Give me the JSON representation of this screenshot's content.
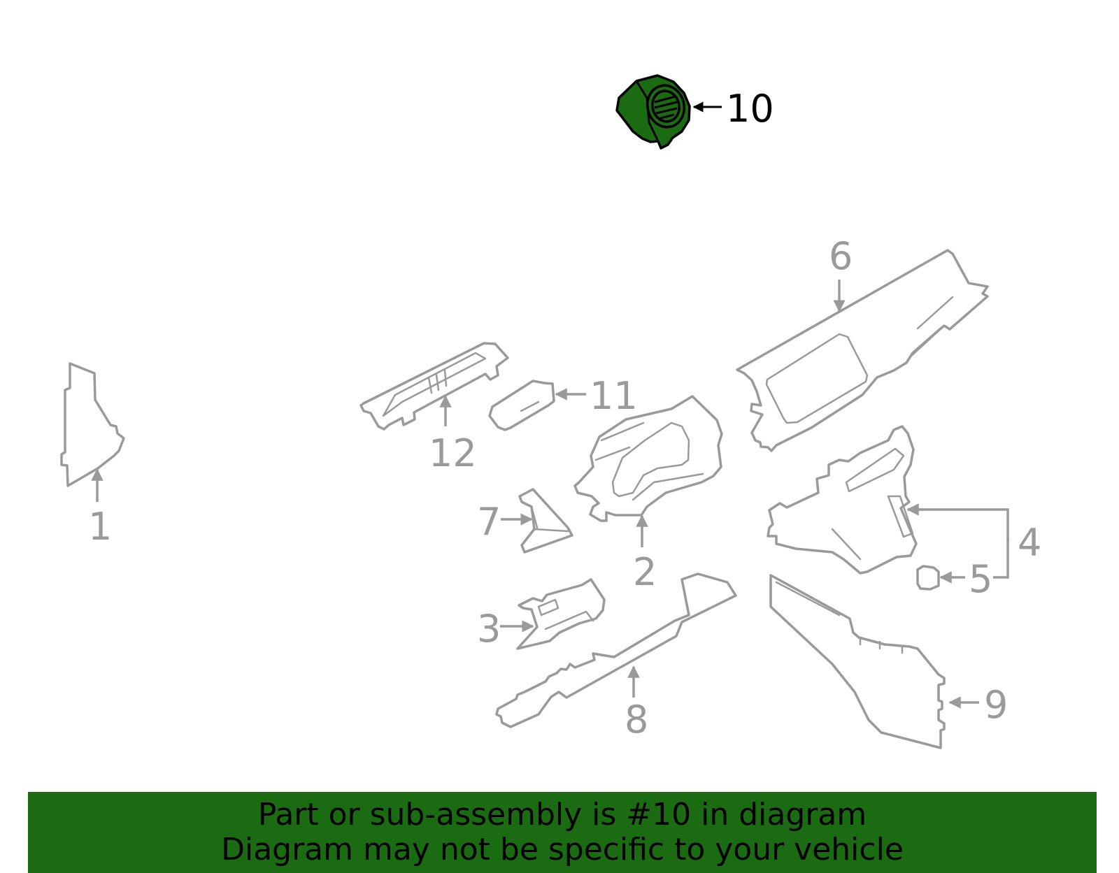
{
  "diagram": {
    "highlight_color": "#1a6b12",
    "outline_color": "#9a9a9a",
    "highlighted_part": "10",
    "callouts": [
      "1",
      "2",
      "3",
      "4",
      "5",
      "6",
      "7",
      "8",
      "9",
      "10",
      "11",
      "12"
    ]
  },
  "banner": {
    "line1": "Part or sub-assembly is #10 in diagram",
    "line2": "Diagram may not be specific to your vehicle"
  }
}
